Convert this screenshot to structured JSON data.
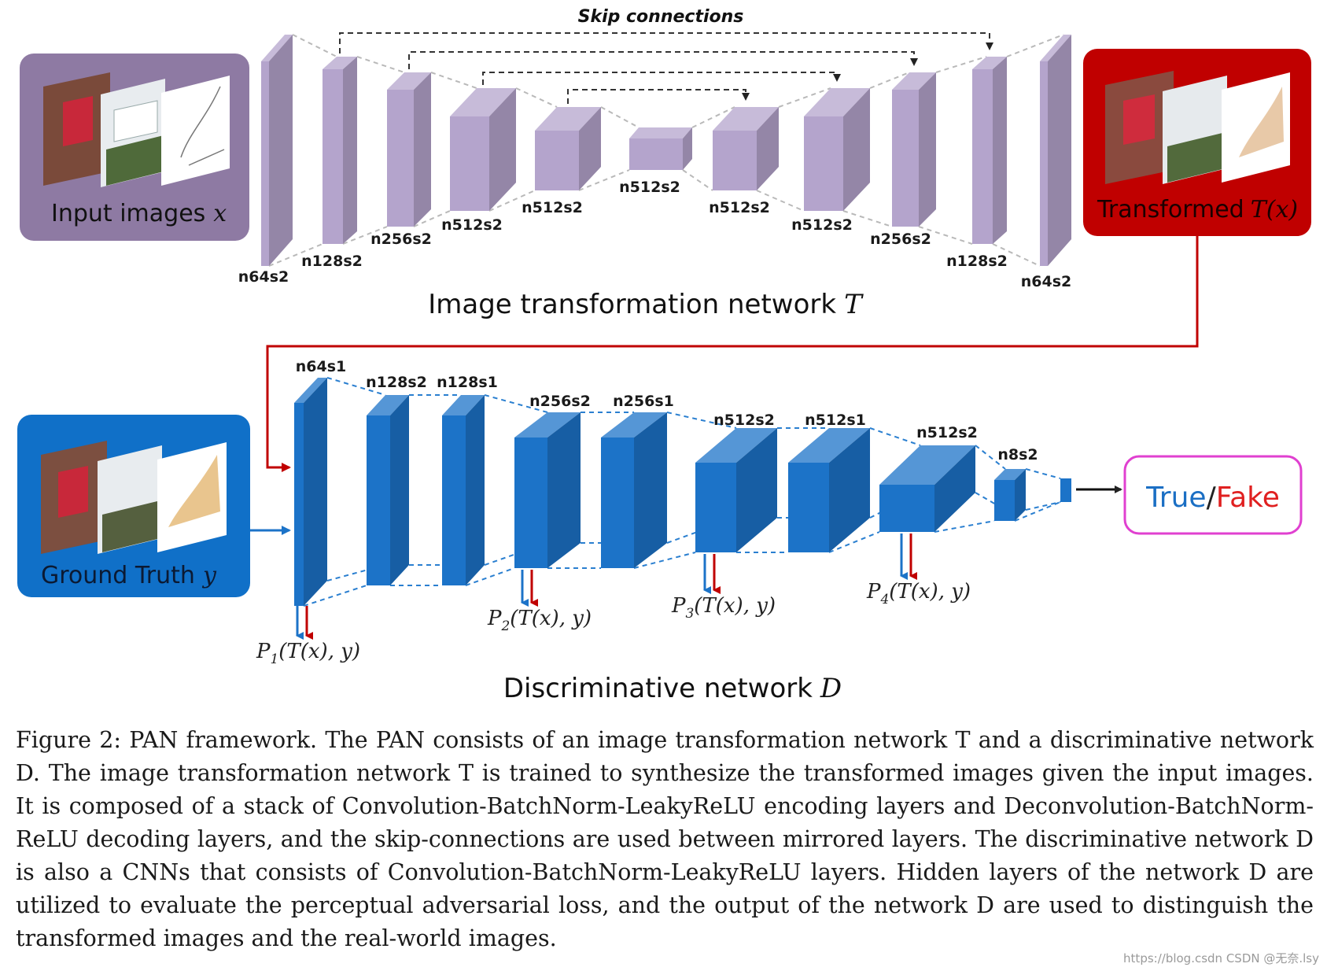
{
  "generator": {
    "title": "Image transformation network",
    "title_symbol": "T",
    "skip_label": "Skip connections",
    "layers": [
      "n64s2",
      "n128s2",
      "n256s2",
      "n512s2",
      "n512s2",
      "n512s2",
      "n512s2",
      "n512s2",
      "n256s2",
      "n128s2",
      "n64s2"
    ],
    "input_box": {
      "label": "Input images",
      "symbol": "x",
      "color": "#8e7aa3"
    },
    "output_box": {
      "label": "Transformed",
      "symbol": "T(x)",
      "color": "#c00000"
    },
    "layer_color": "#b4a4cc"
  },
  "discriminator": {
    "title": "Discriminative network",
    "title_symbol": "D",
    "layers": [
      "n64s1",
      "n128s2",
      "n128s1",
      "n256s2",
      "n256s1",
      "n512s2",
      "n512s1",
      "n512s2",
      "n8s2"
    ],
    "gt_box": {
      "label": "Ground Truth",
      "symbol": "y",
      "color": "#1070c8"
    },
    "output": {
      "true": "True",
      "slash": "/",
      "fake": "Fake",
      "true_color": "#1b6fc4",
      "fake_color": "#e02020",
      "border_color": "#e040d0"
    },
    "losses": [
      "P1(T(x), y)",
      "P2(T(x), y)",
      "P3(T(x), y)",
      "P4(T(x), y)"
    ],
    "layer_color": "#1c73c8"
  },
  "caption": "Figure 2: PAN framework. The PAN consists of an image transformation network T and a discriminative network D. The image transformation network T is trained to synthesize the transformed images given the input images. It is composed of a stack of Convolution-BatchNorm-LeakyReLU encoding layers and Deconvolution-BatchNorm-ReLU decoding layers, and the skip-connections are used between mirrored layers. The discriminative network D is also a CNNs that consists of Convolution-BatchNorm-LeakyReLU layers. Hidden layers of the network D are utilized to evaluate the perceptual adversarial loss, and the output of the network D are used to distinguish the transformed images and the real-world images.",
  "watermark": "https://blog.csdn  CSDN @无奈.lsy"
}
